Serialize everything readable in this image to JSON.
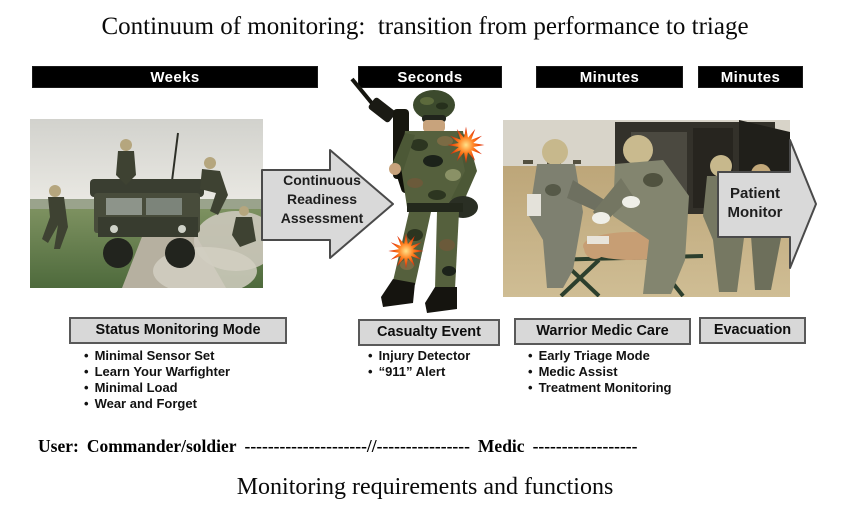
{
  "slide": {
    "title": "Continuum of monitoring:  transition from performance to triage",
    "caption": "Monitoring requirements and functions"
  },
  "timeline": [
    {
      "label": "Weeks"
    },
    {
      "label": "Seconds"
    },
    {
      "label": "Minutes"
    },
    {
      "label": "Minutes"
    }
  ],
  "arrows": {
    "continuous_readiness": {
      "line1": "Continuous",
      "line2": "Readiness",
      "line3": "Assessment"
    },
    "patient_monitor": {
      "line1": "Patient",
      "line2": "Monitor"
    }
  },
  "phases": [
    {
      "label": "Status Monitoring Mode",
      "bullets": [
        "Minimal Sensor Set",
        "Learn Your Warfighter",
        "Minimal Load",
        "Wear and Forget"
      ]
    },
    {
      "label": "Casualty Event",
      "bullets": [
        "Injury Detector",
        "“911” Alert"
      ]
    },
    {
      "label": "Warrior Medic Care",
      "bullets": [
        "Early Triage Mode",
        "Medic Assist",
        "Treatment Monitoring"
      ]
    },
    {
      "label": "Evacuation",
      "bullets": []
    }
  ],
  "user_line": {
    "prefix": "User:",
    "left_role": "Commander/soldier",
    "dashes_left": "---------------------",
    "break_mark": "//",
    "dashes_mid": "----------------",
    "right_role": "Medic",
    "dashes_right": "------------------"
  },
  "ui": {
    "bullet_char": "•"
  },
  "icons": {
    "left_photo": "soldiers-dismounting-humvee-photo",
    "center_figure": "standing-soldier-figure",
    "casualty_burst": "starburst-injury-icon",
    "right_photo": "medics-treating-casualty-photo"
  },
  "colors": {
    "background": "#ffffff",
    "bar_bg": "#000000",
    "bar_text": "#ffffff",
    "box_fill": "#d8d8d8",
    "box_border": "#595959",
    "arrow_fill": "#d9d9d9",
    "arrow_border": "#4a4a4a",
    "text": "#000000",
    "burst_red": "#dd2205"
  }
}
